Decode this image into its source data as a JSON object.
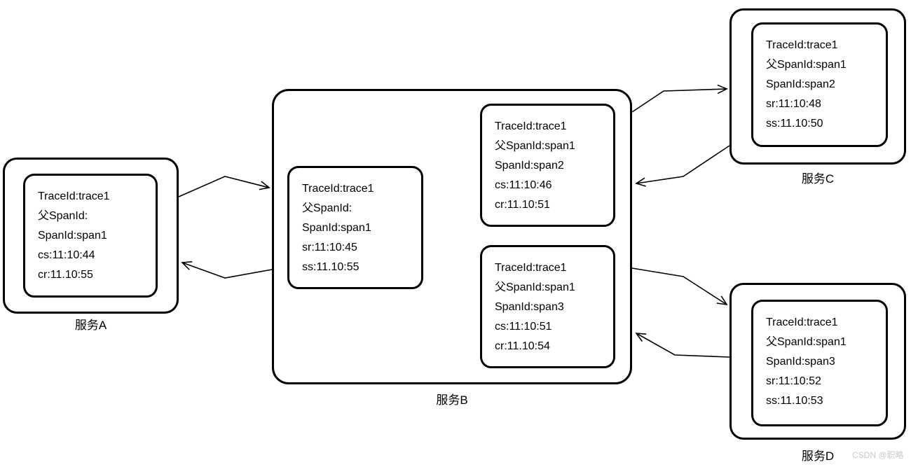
{
  "diagram_title": "trace-span-propagation-diagram",
  "colors": {
    "stroke": "#000000",
    "background": "#ffffff",
    "watermark": "#c9c9c9"
  },
  "watermark": "CSDN @职略",
  "services": [
    {
      "id": "A",
      "label": "服务A",
      "spans": [
        {
          "lines": [
            "TraceId:trace1",
            "父SpanId:",
            "SpanId:span1",
            "cs:11:10:44",
            "cr:11.10:55"
          ]
        }
      ]
    },
    {
      "id": "B",
      "label": "服务B",
      "spans": [
        {
          "lines": [
            "TraceId:trace1",
            "父SpanId:",
            "SpanId:span1",
            "sr:11:10:45",
            "ss:11.10:55"
          ]
        },
        {
          "lines": [
            "TraceId:trace1",
            "父SpanId:span1",
            "SpanId:span2",
            "cs:11:10:46",
            "cr:11.10:51"
          ]
        },
        {
          "lines": [
            "TraceId:trace1",
            "父SpanId:span1",
            "SpanId:span3",
            "cs:11:10:51",
            "cr:11.10:54"
          ]
        }
      ]
    },
    {
      "id": "C",
      "label": "服务C",
      "spans": [
        {
          "lines": [
            "TraceId:trace1",
            "父SpanId:span1",
            "SpanId:span2",
            "sr:11:10:48",
            "ss:11.10:50"
          ]
        }
      ]
    },
    {
      "id": "D",
      "label": "服务D",
      "spans": [
        {
          "lines": [
            "TraceId:trace1",
            "父SpanId:span1",
            "SpanId:span3",
            "sr:11:10:52",
            "ss:11.10:53"
          ]
        }
      ]
    }
  ],
  "connections": [
    {
      "from": "服务A",
      "to": "服务B"
    },
    {
      "from": "服务B",
      "to": "服务A"
    },
    {
      "from": "服务B",
      "to": "服务C"
    },
    {
      "from": "服务C",
      "to": "服务B"
    },
    {
      "from": "服务B",
      "to": "服务D"
    },
    {
      "from": "服务D",
      "to": "服务B"
    }
  ]
}
